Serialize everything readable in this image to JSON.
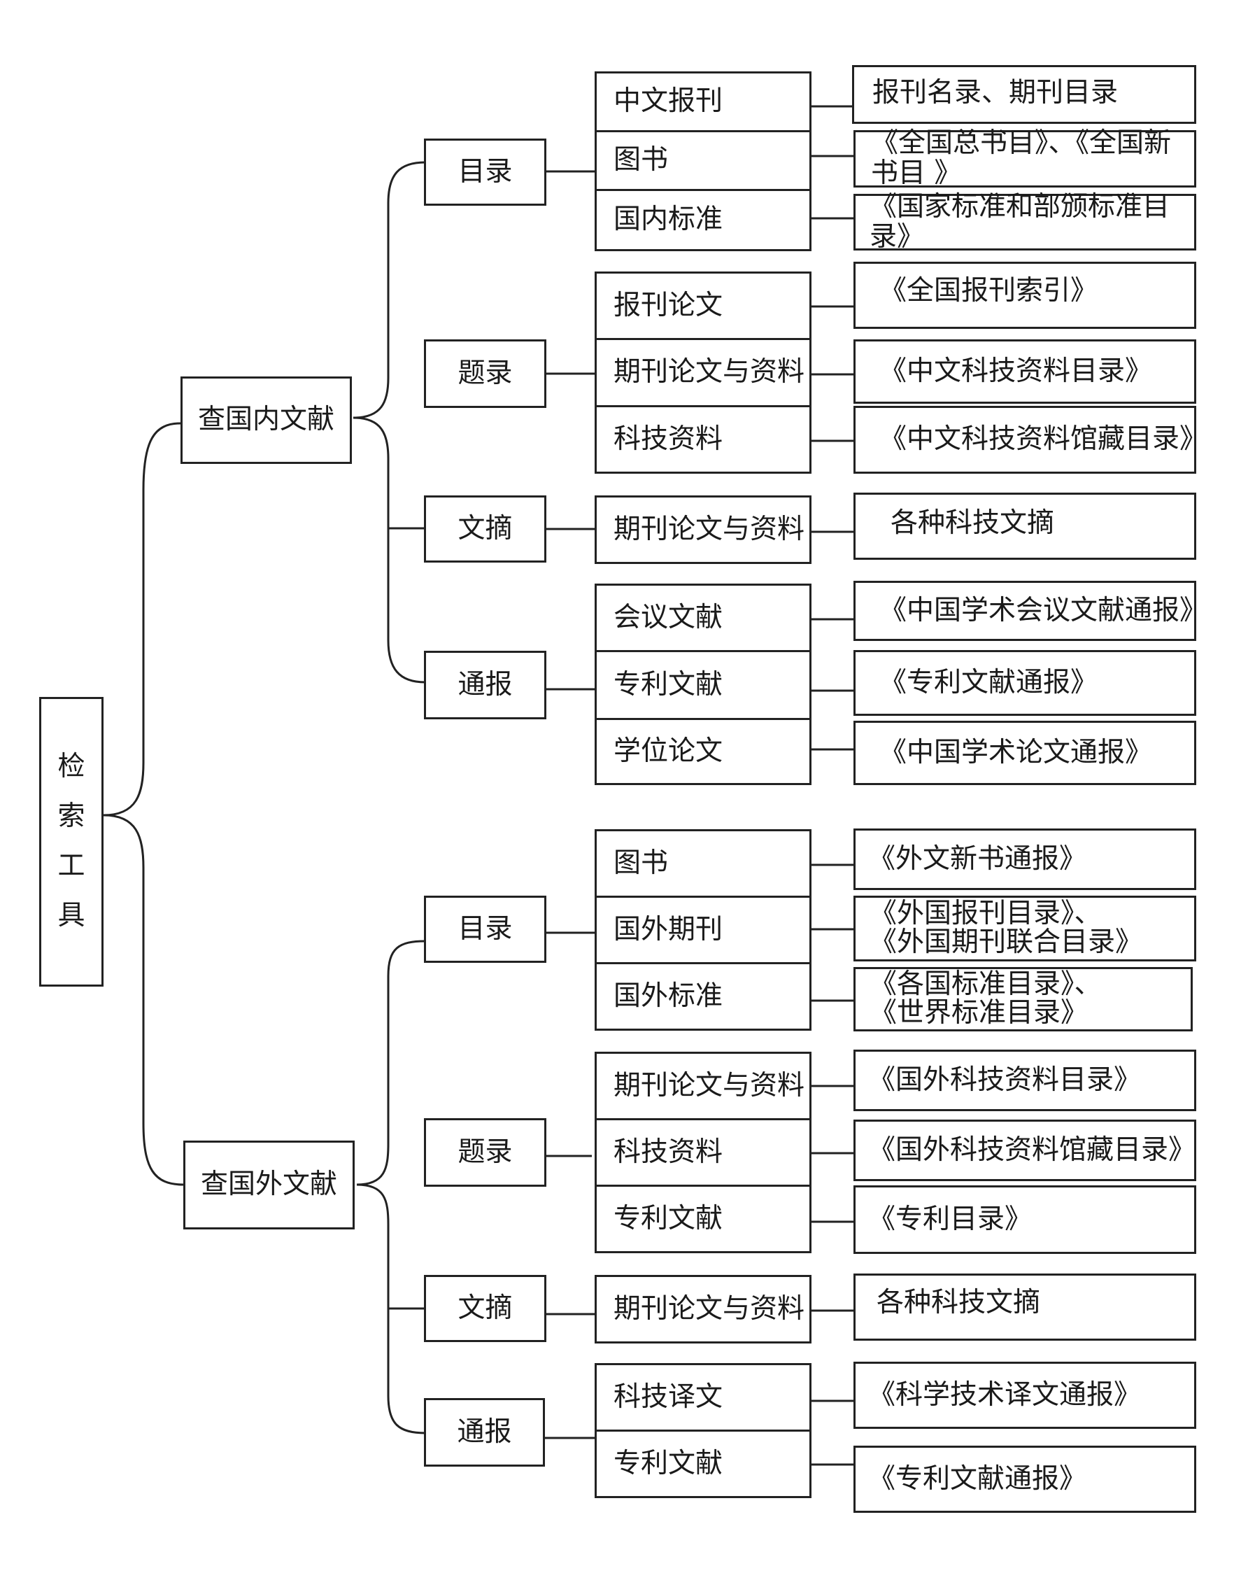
{
  "root": {
    "label": "检索工具",
    "chars": [
      "检",
      "索",
      "工",
      "具"
    ]
  },
  "level1": [
    {
      "label": "查国内文献"
    },
    {
      "label": "查国外文献"
    }
  ],
  "domestic": {
    "categories": [
      "目录",
      "题录",
      "文摘",
      "通报"
    ],
    "items": [
      {
        "label": "中文报刊",
        "tool": "报刊名录、期刊目录"
      },
      {
        "label": "图书",
        "tool": "《全国总书目》、《全国新书目 》"
      },
      {
        "label": "国内标准",
        "tool": "《国家标准和部颁标准目录》"
      },
      {
        "label": "报刊论文",
        "tool": "《全国报刊索引》"
      },
      {
        "label": "期刊论文与资料",
        "tool": "《中文科技资料目录》"
      },
      {
        "label": "科技资料",
        "tool": "《中文科技资料馆藏目录》"
      },
      {
        "label": "期刊论文与资料",
        "tool": "各种科技文摘"
      },
      {
        "label": "会议文献",
        "tool": "《中国学术会议文献通报》"
      },
      {
        "label": "专利文献",
        "tool": "《专利文献通报》"
      },
      {
        "label": "学位论文",
        "tool": "《中国学术论文通报》"
      }
    ]
  },
  "foreign": {
    "categories": [
      "目录",
      "题录",
      "文摘",
      "通报"
    ],
    "items": [
      {
        "label": "图书",
        "tool": "《外文新书通报》"
      },
      {
        "label": "国外期刊",
        "tool1": "《外国报刊目录》、",
        "tool2": "《外国期刊联合目录》"
      },
      {
        "label": "国外标准",
        "tool1": "《各国标准目录》、",
        "tool2": "《世界标准目录》"
      },
      {
        "label": "期刊论文与资料",
        "tool": "《国外科技资料目录》"
      },
      {
        "label": "科技资料",
        "tool": "《国外科技资料馆藏目录》"
      },
      {
        "label": "专利文献",
        "tool": "《专利目录》"
      },
      {
        "label": "期刊论文与资料",
        "tool": "各种科技文摘"
      },
      {
        "label": "科技译文",
        "tool": "《科学技术译文通报》"
      },
      {
        "label": "专利文献",
        "tool": "《专利文献通报》"
      }
    ]
  },
  "colors": {
    "line": "#222222",
    "text": "#1a1a1a",
    "background": "#ffffff"
  }
}
